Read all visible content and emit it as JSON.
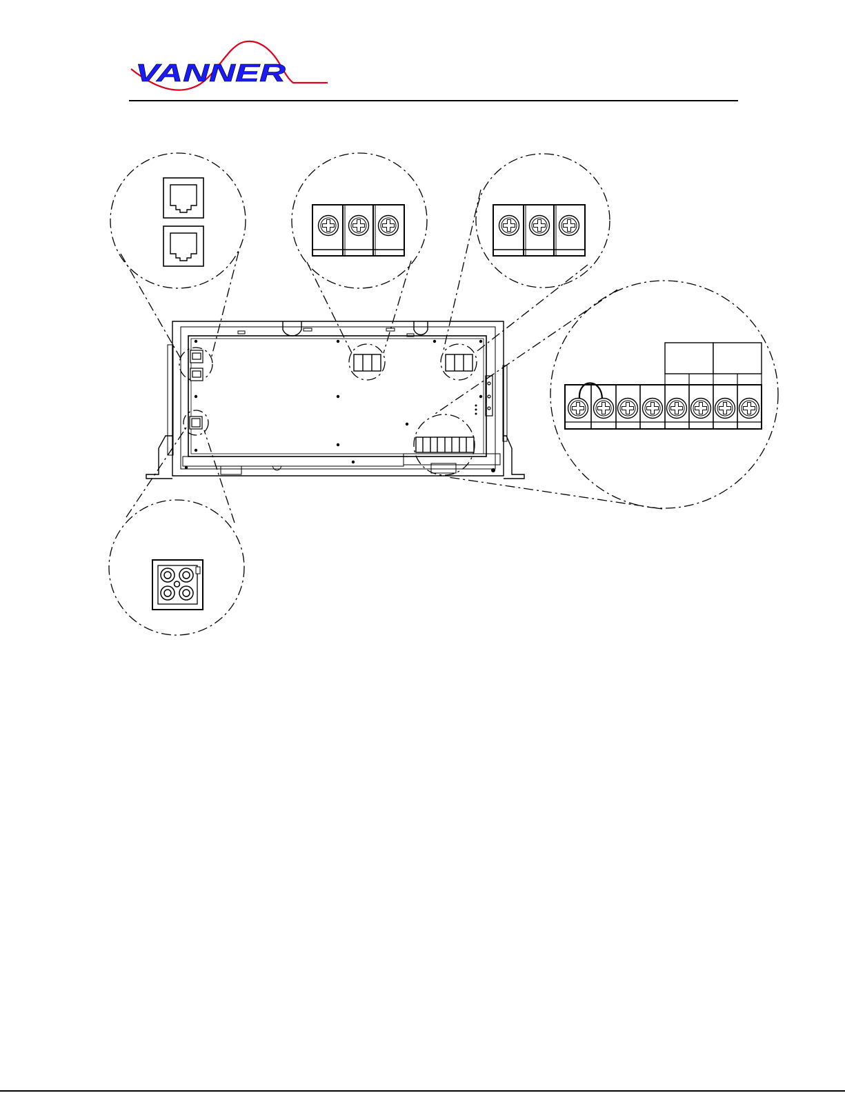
{
  "header": {
    "logo_text": "VANNER",
    "logo_colors": {
      "text": "#1a1aff",
      "wave": "#e0001a"
    }
  },
  "diagram": {
    "callouts": [
      {
        "id": "rj-jacks",
        "icon": "rj-jack-icon",
        "count": 2
      },
      {
        "id": "dc-terminal-a",
        "icon": "terminal-block-icon",
        "count": 3
      },
      {
        "id": "dc-terminal-b",
        "icon": "terminal-block-icon",
        "count": 3
      },
      {
        "id": "ac-terminal-strip",
        "icon": "terminal-block-icon",
        "count": 8
      },
      {
        "id": "four-pin-connector",
        "icon": "connector-icon",
        "count": 4
      }
    ],
    "line_color": "#000000"
  }
}
